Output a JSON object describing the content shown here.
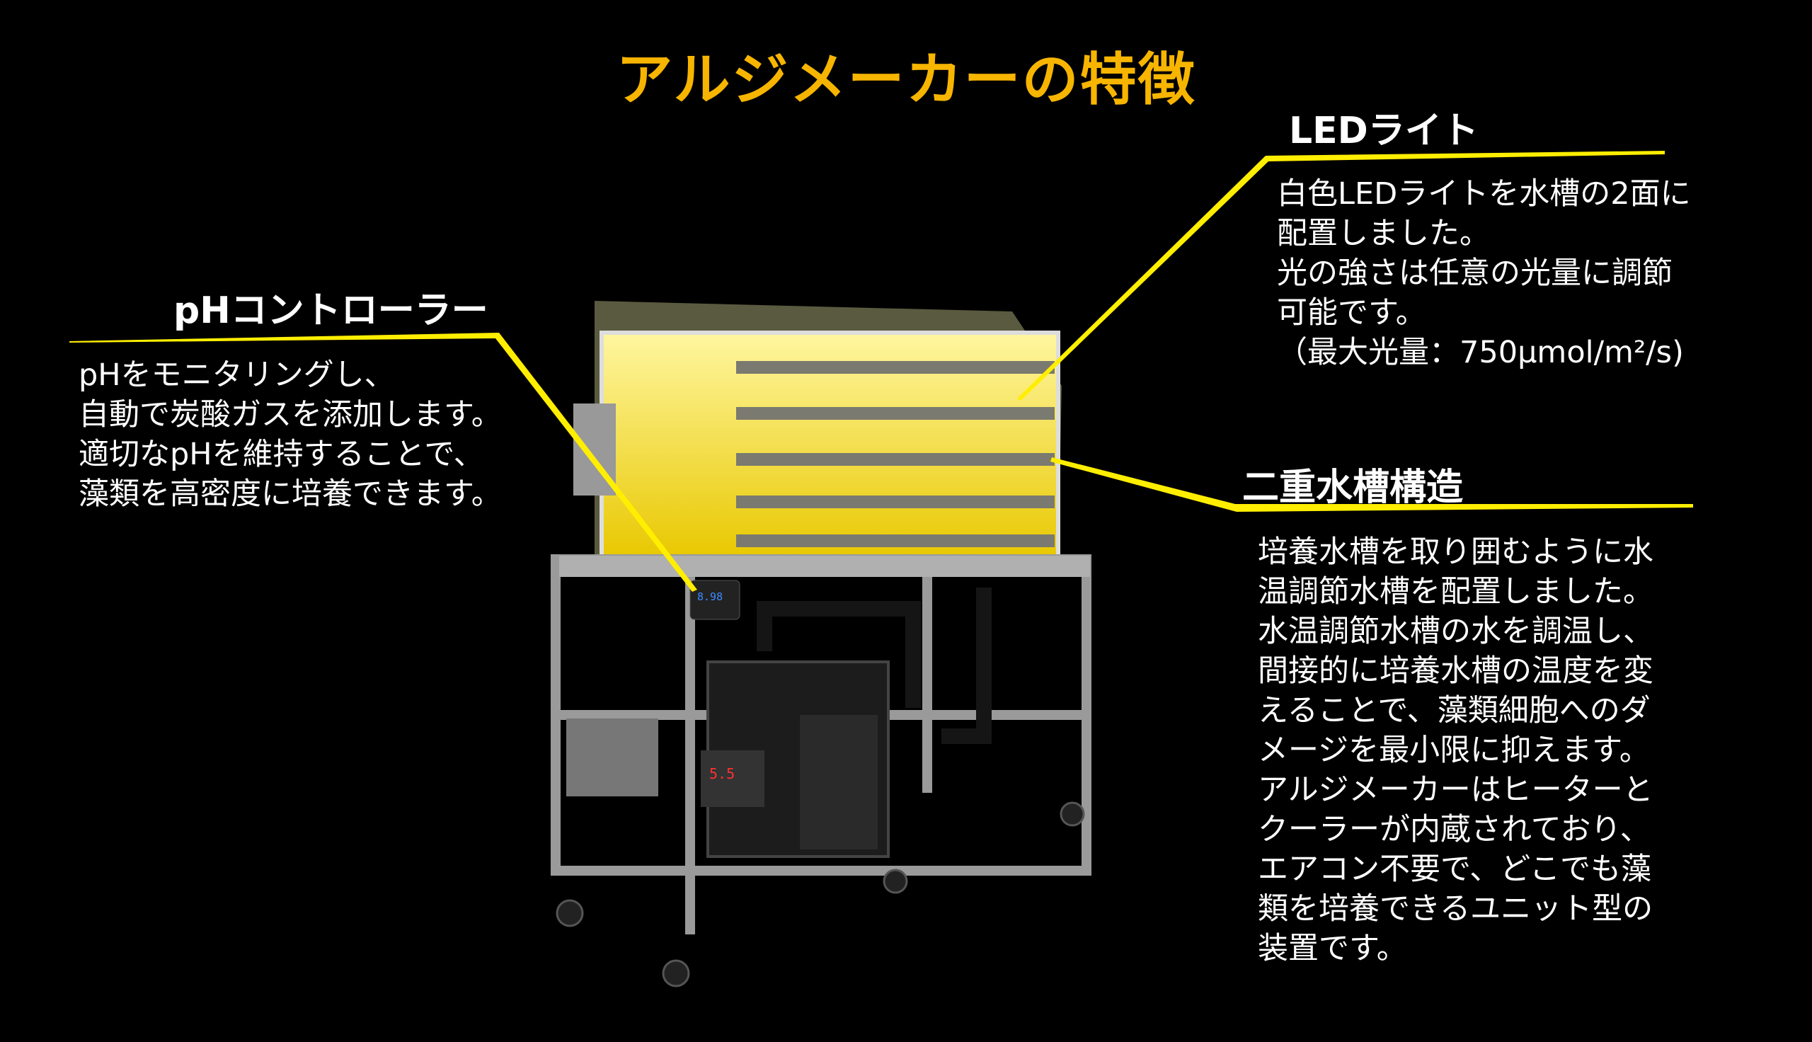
{
  "title": "アルジメーカーの特徴",
  "colors": {
    "title": "#f7b500",
    "callout_line": "#ffee00",
    "background": "#000000",
    "tank_glow": "#f2d41a"
  },
  "callouts": {
    "led": {
      "heading": "LEDライト",
      "lines": [
        "白色LEDライトを水槽の2面に",
        "配置しました。",
        "光の強さは任意の光量に調節",
        "可能です。",
        "（最大光量：750μmol/m²/s)"
      ]
    },
    "ph": {
      "heading": "pHコントローラー",
      "lines": [
        "pHをモニタリングし、",
        "自動で炭酸ガスを添加します。",
        "適切なpHを維持することで、",
        "藻類を高密度に培養できます。"
      ]
    },
    "tank": {
      "heading": "二重水槽構造",
      "lines": [
        "培養水槽を取り囲むように水",
        "温調節水槽を配置しました。",
        "水温調節水槽の水を調温し、",
        "間接的に培養水槽の温度を変",
        "えることで、藻類細胞へのダ",
        "メージを最小限に抑えます。",
        "アルジメーカーはヒーターと",
        "クーラーが内蔵されており、",
        "エアコン不要で、どこでも藻",
        "類を培養できるユニット型の",
        "装置です。"
      ]
    }
  },
  "photo": {
    "ph_display": "8.98",
    "cooler_display": "5.5"
  }
}
